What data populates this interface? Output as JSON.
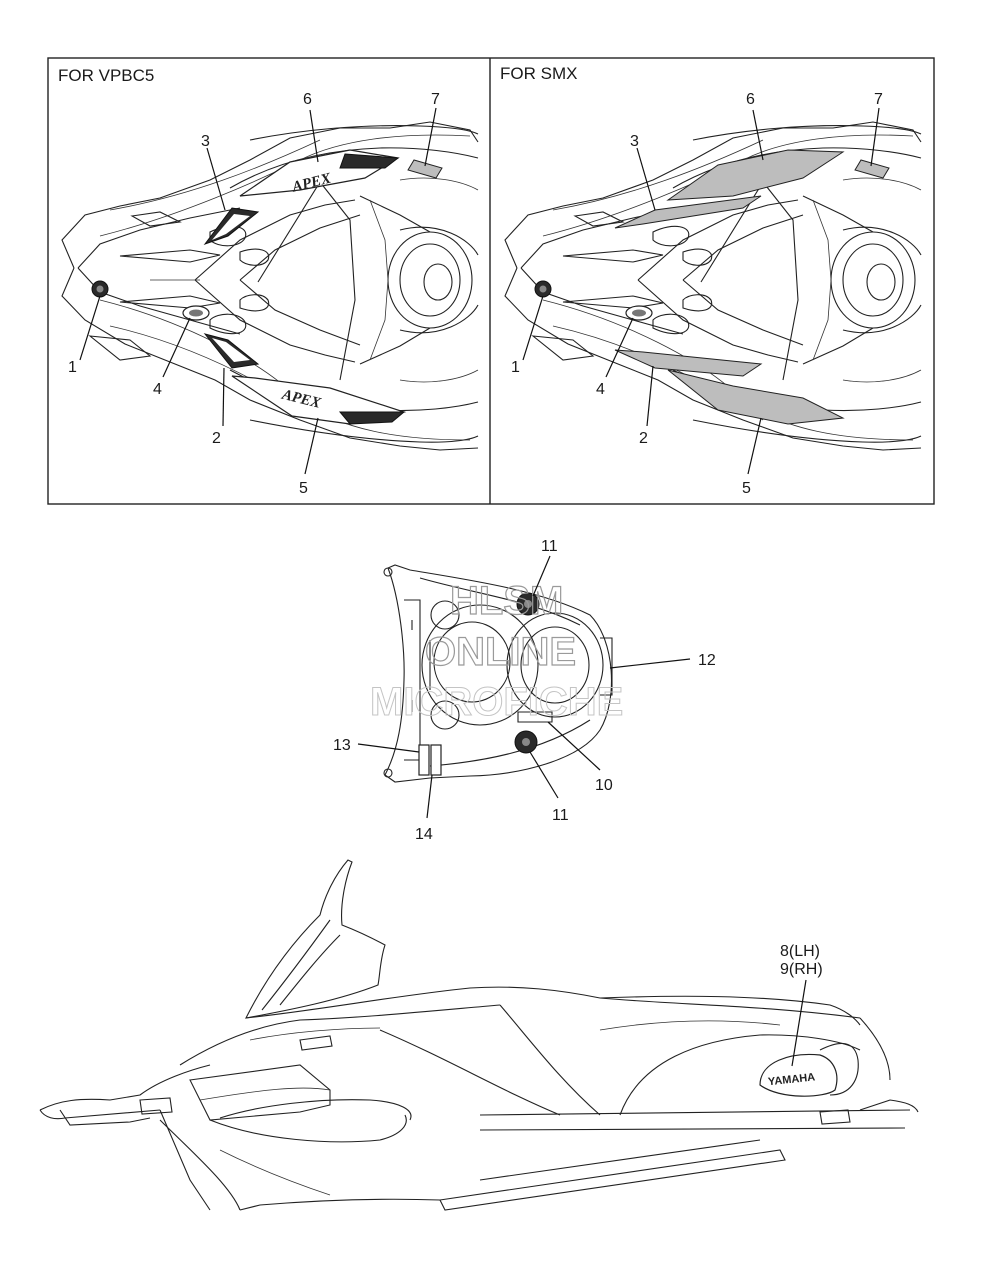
{
  "panels": {
    "left_title": "FOR VPBC5",
    "right_title": "FOR SMX"
  },
  "callouts": {
    "left": {
      "c1": "1",
      "c2": "2",
      "c3": "3",
      "c4": "4",
      "c5": "5",
      "c6": "6",
      "c7": "7"
    },
    "right": {
      "c1": "1",
      "c2": "2",
      "c3": "3",
      "c4": "4",
      "c5": "5",
      "c6": "6",
      "c7": "7"
    },
    "middle": {
      "c10": "10",
      "c11a": "11",
      "c11b": "11",
      "c12": "12",
      "c13": "13",
      "c14": "14"
    },
    "bottom": {
      "c8": "8(LH)",
      "c9": "9(RH)"
    }
  },
  "decal_text": {
    "apex_upper": "APEX",
    "apex_lower": "APEX",
    "yamaha": "YAMAHA"
  },
  "watermark": {
    "line1": "HLSM",
    "line2": "ONLINE",
    "line3": "MICROFICHE"
  }
}
